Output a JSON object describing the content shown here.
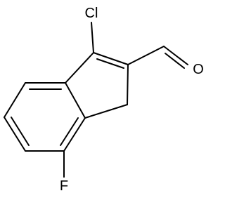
{
  "molecule": {
    "atoms": {
      "chlorine": "Cl",
      "oxygen": "O",
      "fluorine": "F"
    },
    "colors": {
      "bond": "#000000",
      "label": "#000000",
      "background": "#ffffff"
    }
  }
}
